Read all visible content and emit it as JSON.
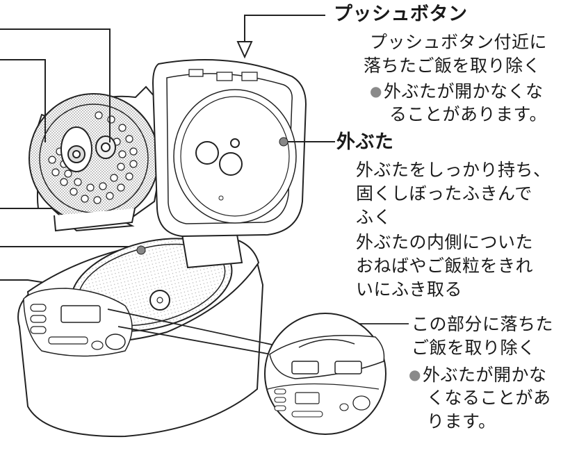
{
  "push_button": {
    "heading": "プッシュボタン",
    "line1": "プッシュボタン付近に",
    "line2": "落ちたご飯を取り除く",
    "note1": "外ぶたが開かなくな",
    "note2": "ることがあります。"
  },
  "outer_lid": {
    "heading": "外ぶた",
    "line1": "外ぶたをしっかり持ち、",
    "line2": "固くしぼったふきんで",
    "line3": "ふく",
    "line4": "外ぶたの内側についた",
    "line5": "おねばやご飯粒をきれ",
    "line6": "いにふき取る"
  },
  "panel_area": {
    "line1": "この部分に落ちた",
    "line2": "ご飯を取り除く",
    "note1": "外ぶたが開かな",
    "note2": "くなることがあ",
    "note3": "ります。"
  }
}
